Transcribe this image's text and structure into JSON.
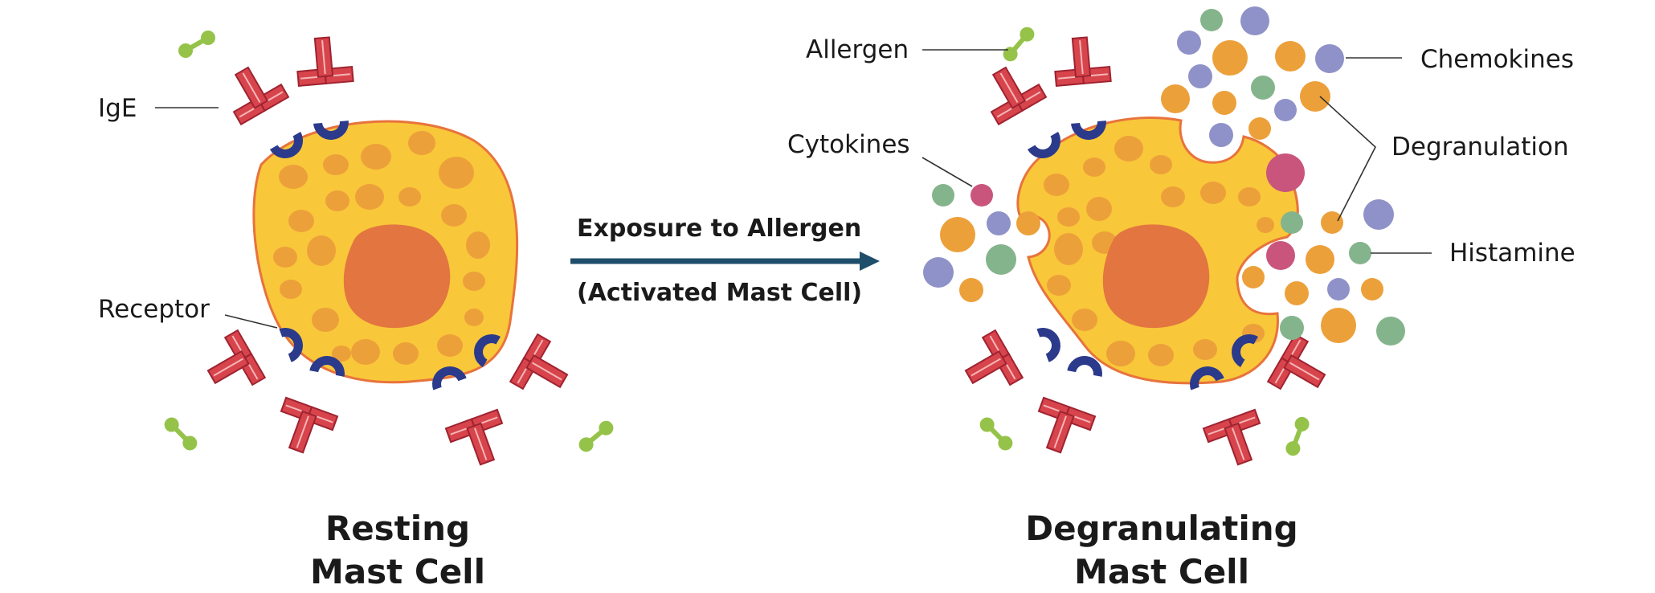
{
  "colors": {
    "cell_fill": "#f9c73a",
    "cell_outline": "#e8733c",
    "granule": "#eca03a",
    "nucleus": "#e37540",
    "ige": "#d8444c",
    "ige_outline": "#9e2330",
    "receptor": "#2c3a8c",
    "allergen": "#95c34a",
    "chemokine": "#8f92c8",
    "cytokine_pink": "#c9557c",
    "histamine": "#84b48c",
    "arrow": "#1f4e6b"
  },
  "labels": {
    "ige": "IgE",
    "receptor": "Receptor",
    "allergen": "Allergen",
    "cytokines": "Cytokines",
    "chemokines": "Chemokines",
    "degranulation": "Degranulation",
    "histamine": "Histamine"
  },
  "arrow": {
    "top": "Exposure to Allergen",
    "bottom": "(Activated Mast Cell)"
  },
  "titles": {
    "resting": [
      "Resting",
      "Mast Cell"
    ],
    "degranulating": [
      "Degranulating",
      "Mast Cell"
    ]
  }
}
